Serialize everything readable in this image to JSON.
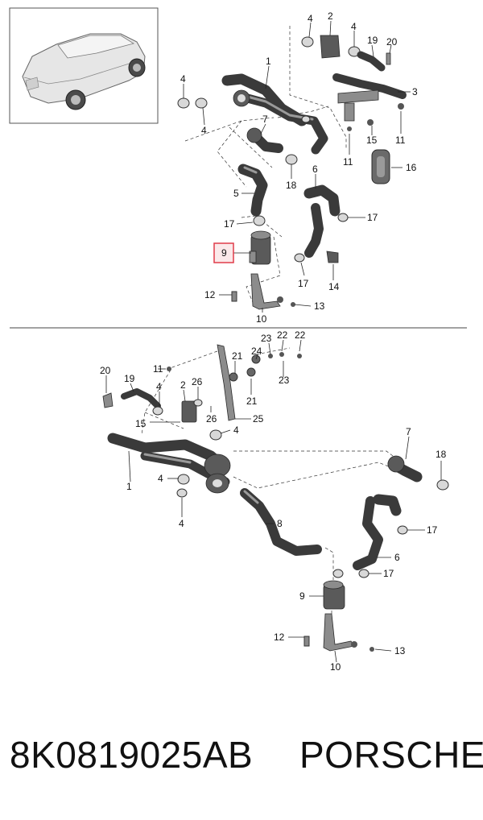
{
  "diagram": {
    "highlight_color": "#e03c4a",
    "callouts_top": [
      "4",
      "2",
      "4",
      "19",
      "20",
      "1",
      "4",
      "3",
      "4",
      "7",
      "5",
      "11",
      "15",
      "11",
      "18",
      "16",
      "6",
      "17",
      "17",
      "9",
      "17",
      "14",
      "12",
      "13",
      "10"
    ],
    "callouts_bottom": [
      "23",
      "22",
      "22",
      "11",
      "21",
      "24",
      "20",
      "19",
      "2",
      "26",
      "23",
      "21",
      "4",
      "15",
      "26",
      "25",
      "4",
      "7",
      "18",
      "1",
      "4",
      "4",
      "8",
      "17",
      "6",
      "17",
      "9",
      "12",
      "13",
      "10"
    ]
  },
  "footer": {
    "part_number": "8K0819025AB",
    "brand": "PORSCHE"
  }
}
